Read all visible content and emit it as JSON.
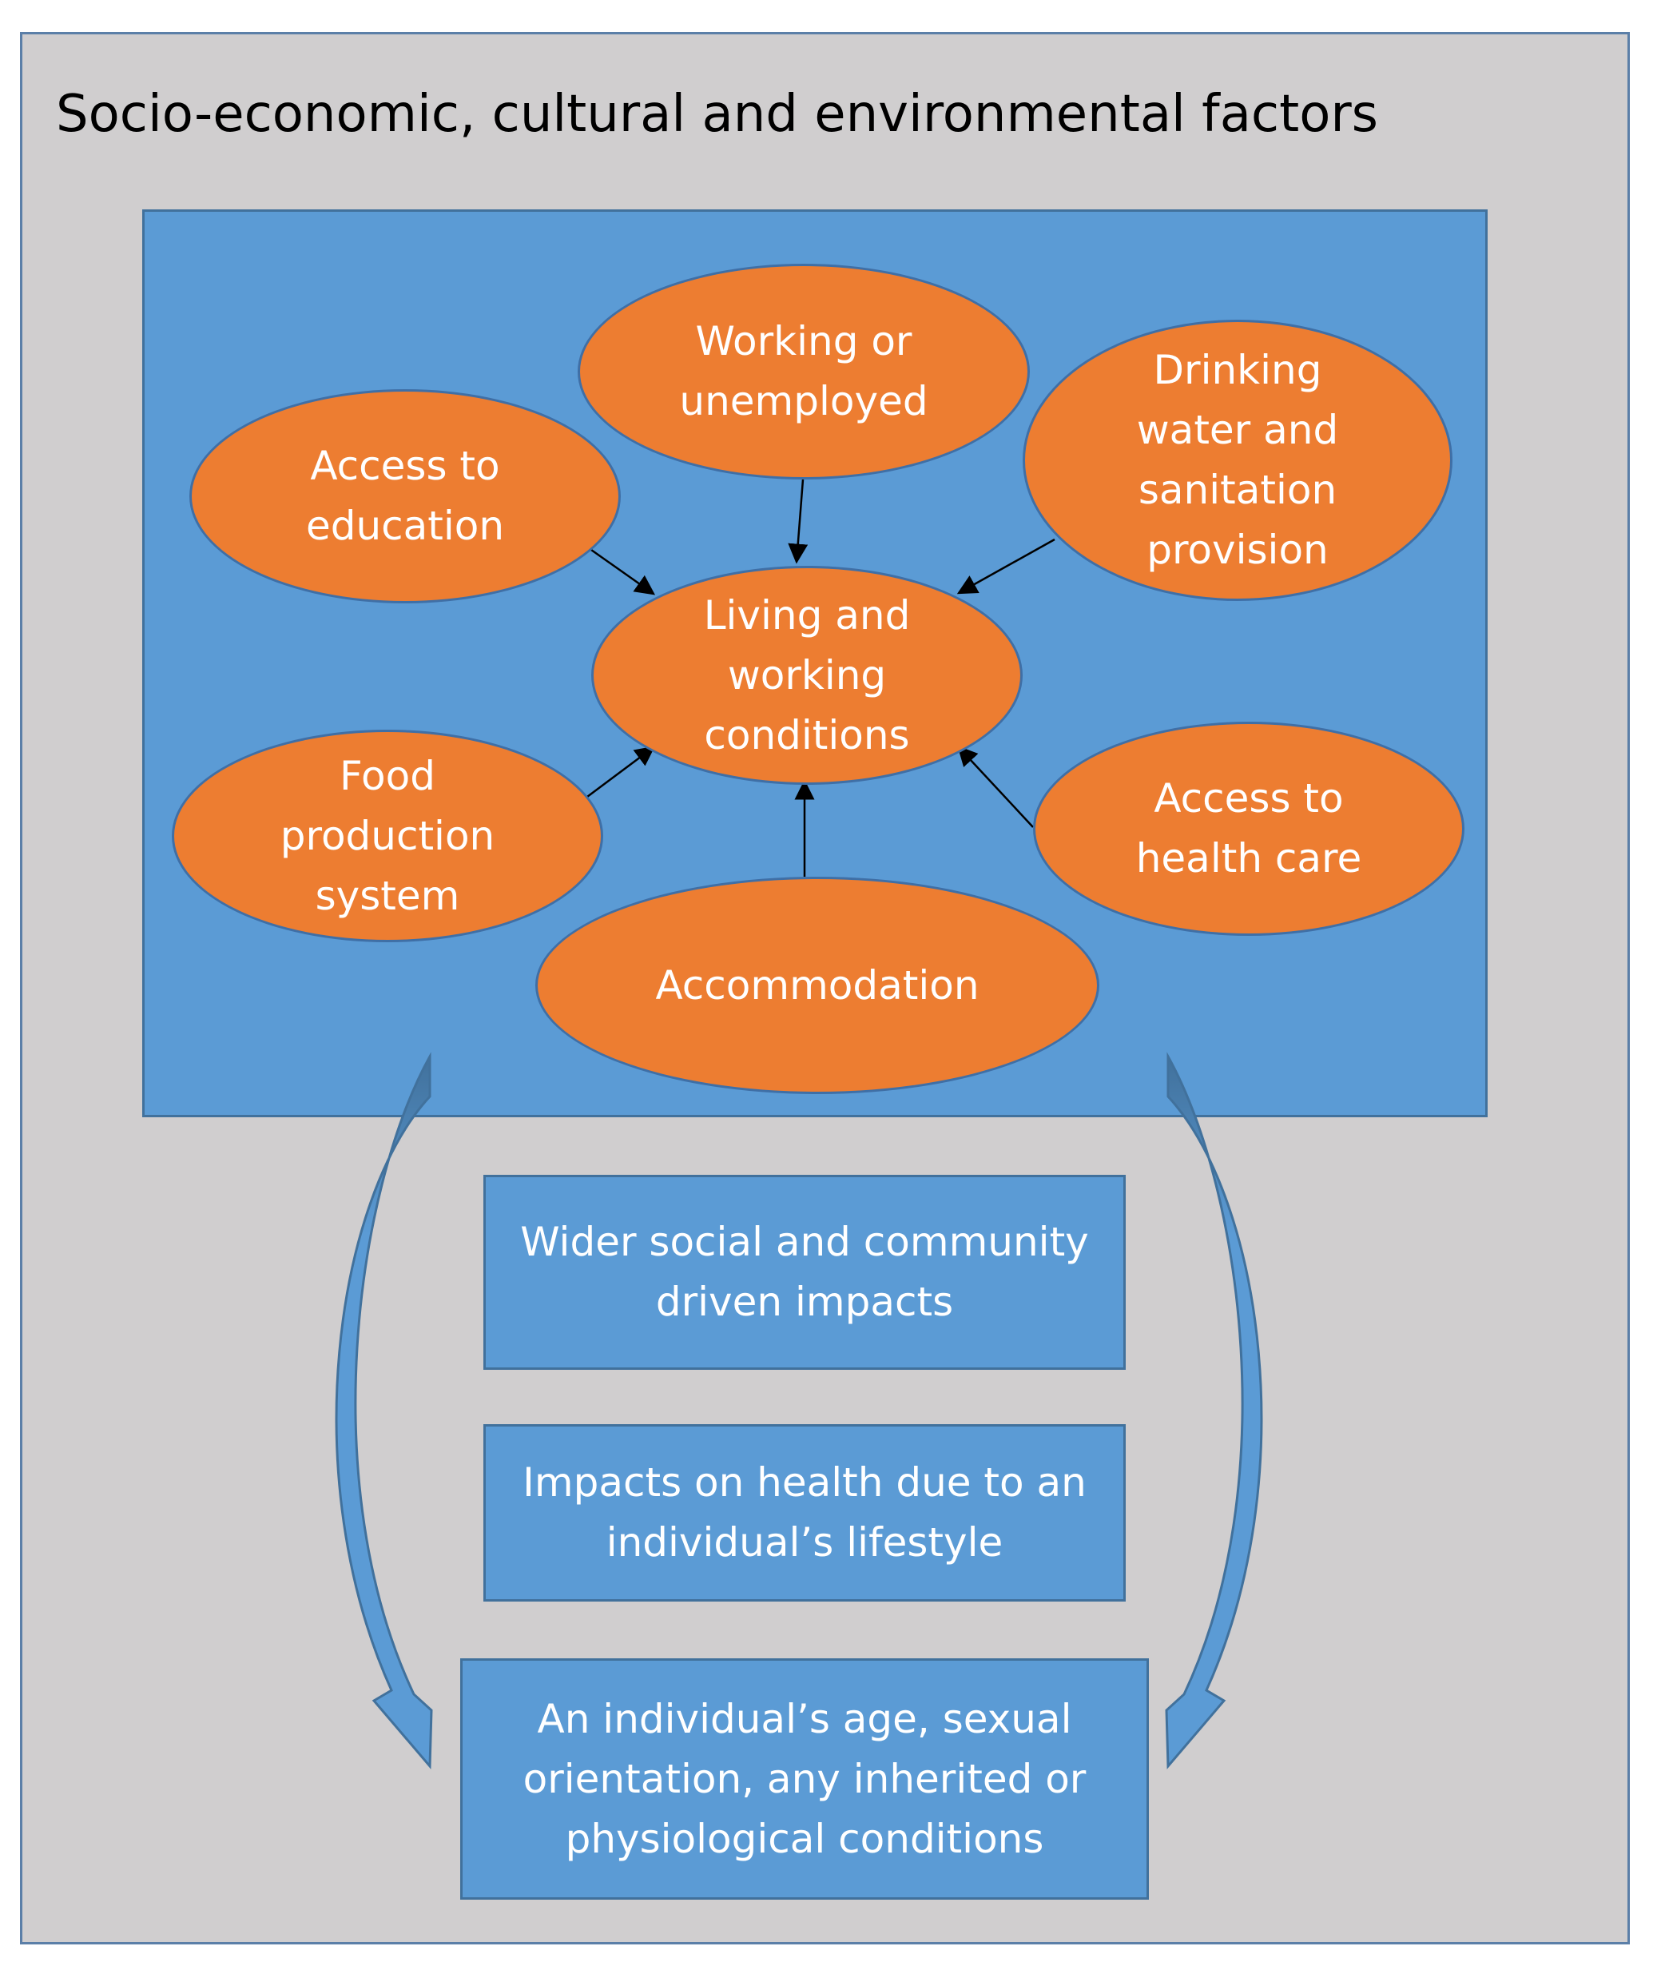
{
  "title": "Socio-economic, cultural and environmental factors",
  "nodes": {
    "working": "Working or\nunemployed",
    "drinking_water": "Drinking\nwater and\nsanitation\nprovision",
    "education": "Access to\neducation",
    "center": "Living and\nworking\nconditions",
    "food": "Food\nproduction\nsystem",
    "health_care": "Access to\nhealth care",
    "accommodation": "Accommodation"
  },
  "boxes": {
    "wider_social": "Wider social and community\ndriven impacts",
    "lifestyle": "Impacts on health due to an\nindividual’s  lifestyle",
    "individual": "An individual’s age, sexual\norientation, any inherited or\nphysiological conditions"
  },
  "colors": {
    "outer_bg": "#d0cecf",
    "inner_bg": "#5b9bd5",
    "ellipse_fill": "#ed7d31",
    "curved_arrow": "#5b9bd5"
  }
}
